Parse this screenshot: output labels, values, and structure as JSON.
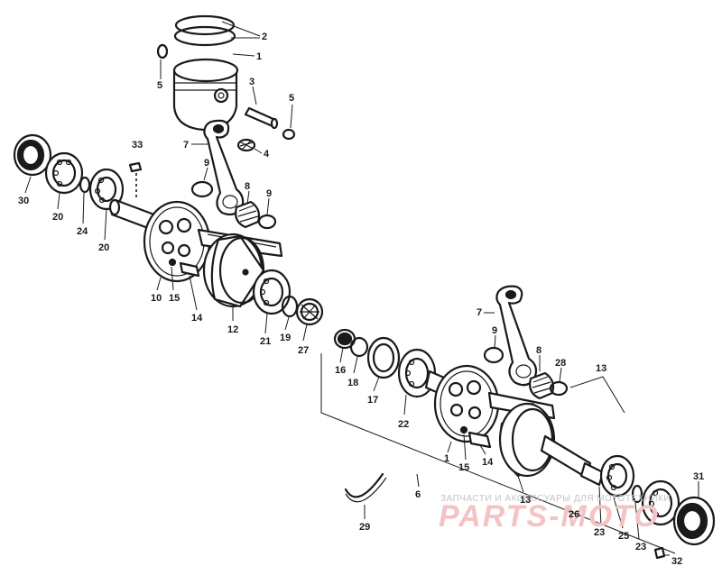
{
  "labels": {
    "l2": "2",
    "l1": "1",
    "l5a": "5",
    "l3": "3",
    "l5b": "5",
    "l33": "33",
    "l7a": "7",
    "l4": "4",
    "l30": "30",
    "l20a": "20",
    "l24": "24",
    "l20b": "20",
    "l9a": "9",
    "l8a": "8",
    "l9b": "9",
    "l10": "10",
    "l15a": "15",
    "l14a": "14",
    "l12": "12",
    "l21": "21",
    "l19": "19",
    "l27": "27",
    "l16": "16",
    "l18": "18",
    "l17": "17",
    "l22": "22",
    "l7b": "7",
    "l9c": "9",
    "l8b": "8",
    "l28": "28",
    "l13a": "13",
    "l1b": "1",
    "l15b": "15",
    "l14b": "14",
    "l6": "6",
    "l13b": "13",
    "l29": "29",
    "l26": "26",
    "l23a": "23",
    "l25": "25",
    "l23b": "23",
    "l31": "31",
    "l32": "32"
  },
  "watermark": {
    "top": "ЗАПЧАСТИ И АКСЕССУАРЫ ДЛЯ МОТОТЕХНИКИ",
    "brand": "PARTS-MOTO"
  },
  "colors": {
    "ink": "#1a1a1a",
    "watermark_text": "#c4c4c4",
    "watermark_brand": "#f4c4c4"
  }
}
